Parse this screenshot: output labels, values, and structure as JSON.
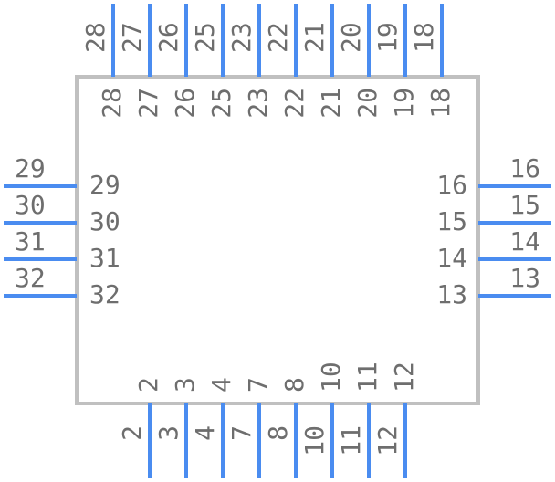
{
  "colors": {
    "body_stroke": "#c0c0c0",
    "pin": "#4a8cf0",
    "text": "#6e6e6e",
    "background": "#ffffff"
  },
  "pins": {
    "top": [
      "28",
      "27",
      "26",
      "25",
      "23",
      "22",
      "21",
      "20",
      "19",
      "18"
    ],
    "left": [
      "29",
      "30",
      "31",
      "32"
    ],
    "right": [
      "16",
      "15",
      "14",
      "13"
    ],
    "bottom": [
      "2",
      "3",
      "4",
      "7",
      "8",
      "10",
      "11",
      "12"
    ]
  }
}
